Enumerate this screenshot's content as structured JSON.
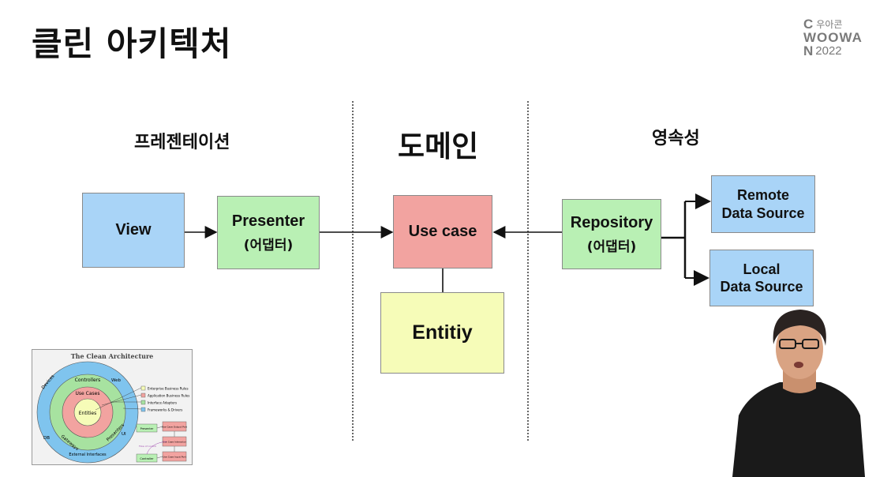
{
  "page": {
    "title": "클린 아키텍처"
  },
  "logo": {
    "line1_letter": "C",
    "line1_small": "우아콘",
    "line2": "WOOWA",
    "line3_letter": "N",
    "line3_year": "2022"
  },
  "sections": {
    "presentation": "프레젠테이션",
    "domain": "도메인",
    "persistence": "영속성"
  },
  "boxes": {
    "view": "View",
    "presenter": "Presenter",
    "presenter_sub": "(어댑터)",
    "usecase": "Use case",
    "entity": "Entitiy",
    "repository": "Repository",
    "repository_sub": "(어댑터)",
    "remote_line1": "Remote",
    "remote_line2": "Data Source",
    "local_line1": "Local",
    "local_line2": "Data Source"
  },
  "colors": {
    "view": "#a9d4f7",
    "adapter": "#b9f0b4",
    "usecase": "#f2a3a0",
    "entity": "#f6fcb8",
    "datasource": "#a9d4f7"
  },
  "thumbnail": {
    "title": "The Clean Architecture",
    "rings": [
      "Entities",
      "Use Cases",
      "Controllers",
      "Gateways",
      "Presenters",
      "Devices",
      "Web",
      "DB",
      "UI",
      "External Interfaces"
    ],
    "legend": [
      "Enterprise Business Rules",
      "Application Business Rules",
      "Interface Adapters",
      "Frameworks & Drivers"
    ],
    "flow": [
      "Presenter",
      "Use Case Output Port",
      "Use Case Interactor",
      "Use Case Input Port",
      "Controller",
      "Flow of control"
    ]
  }
}
